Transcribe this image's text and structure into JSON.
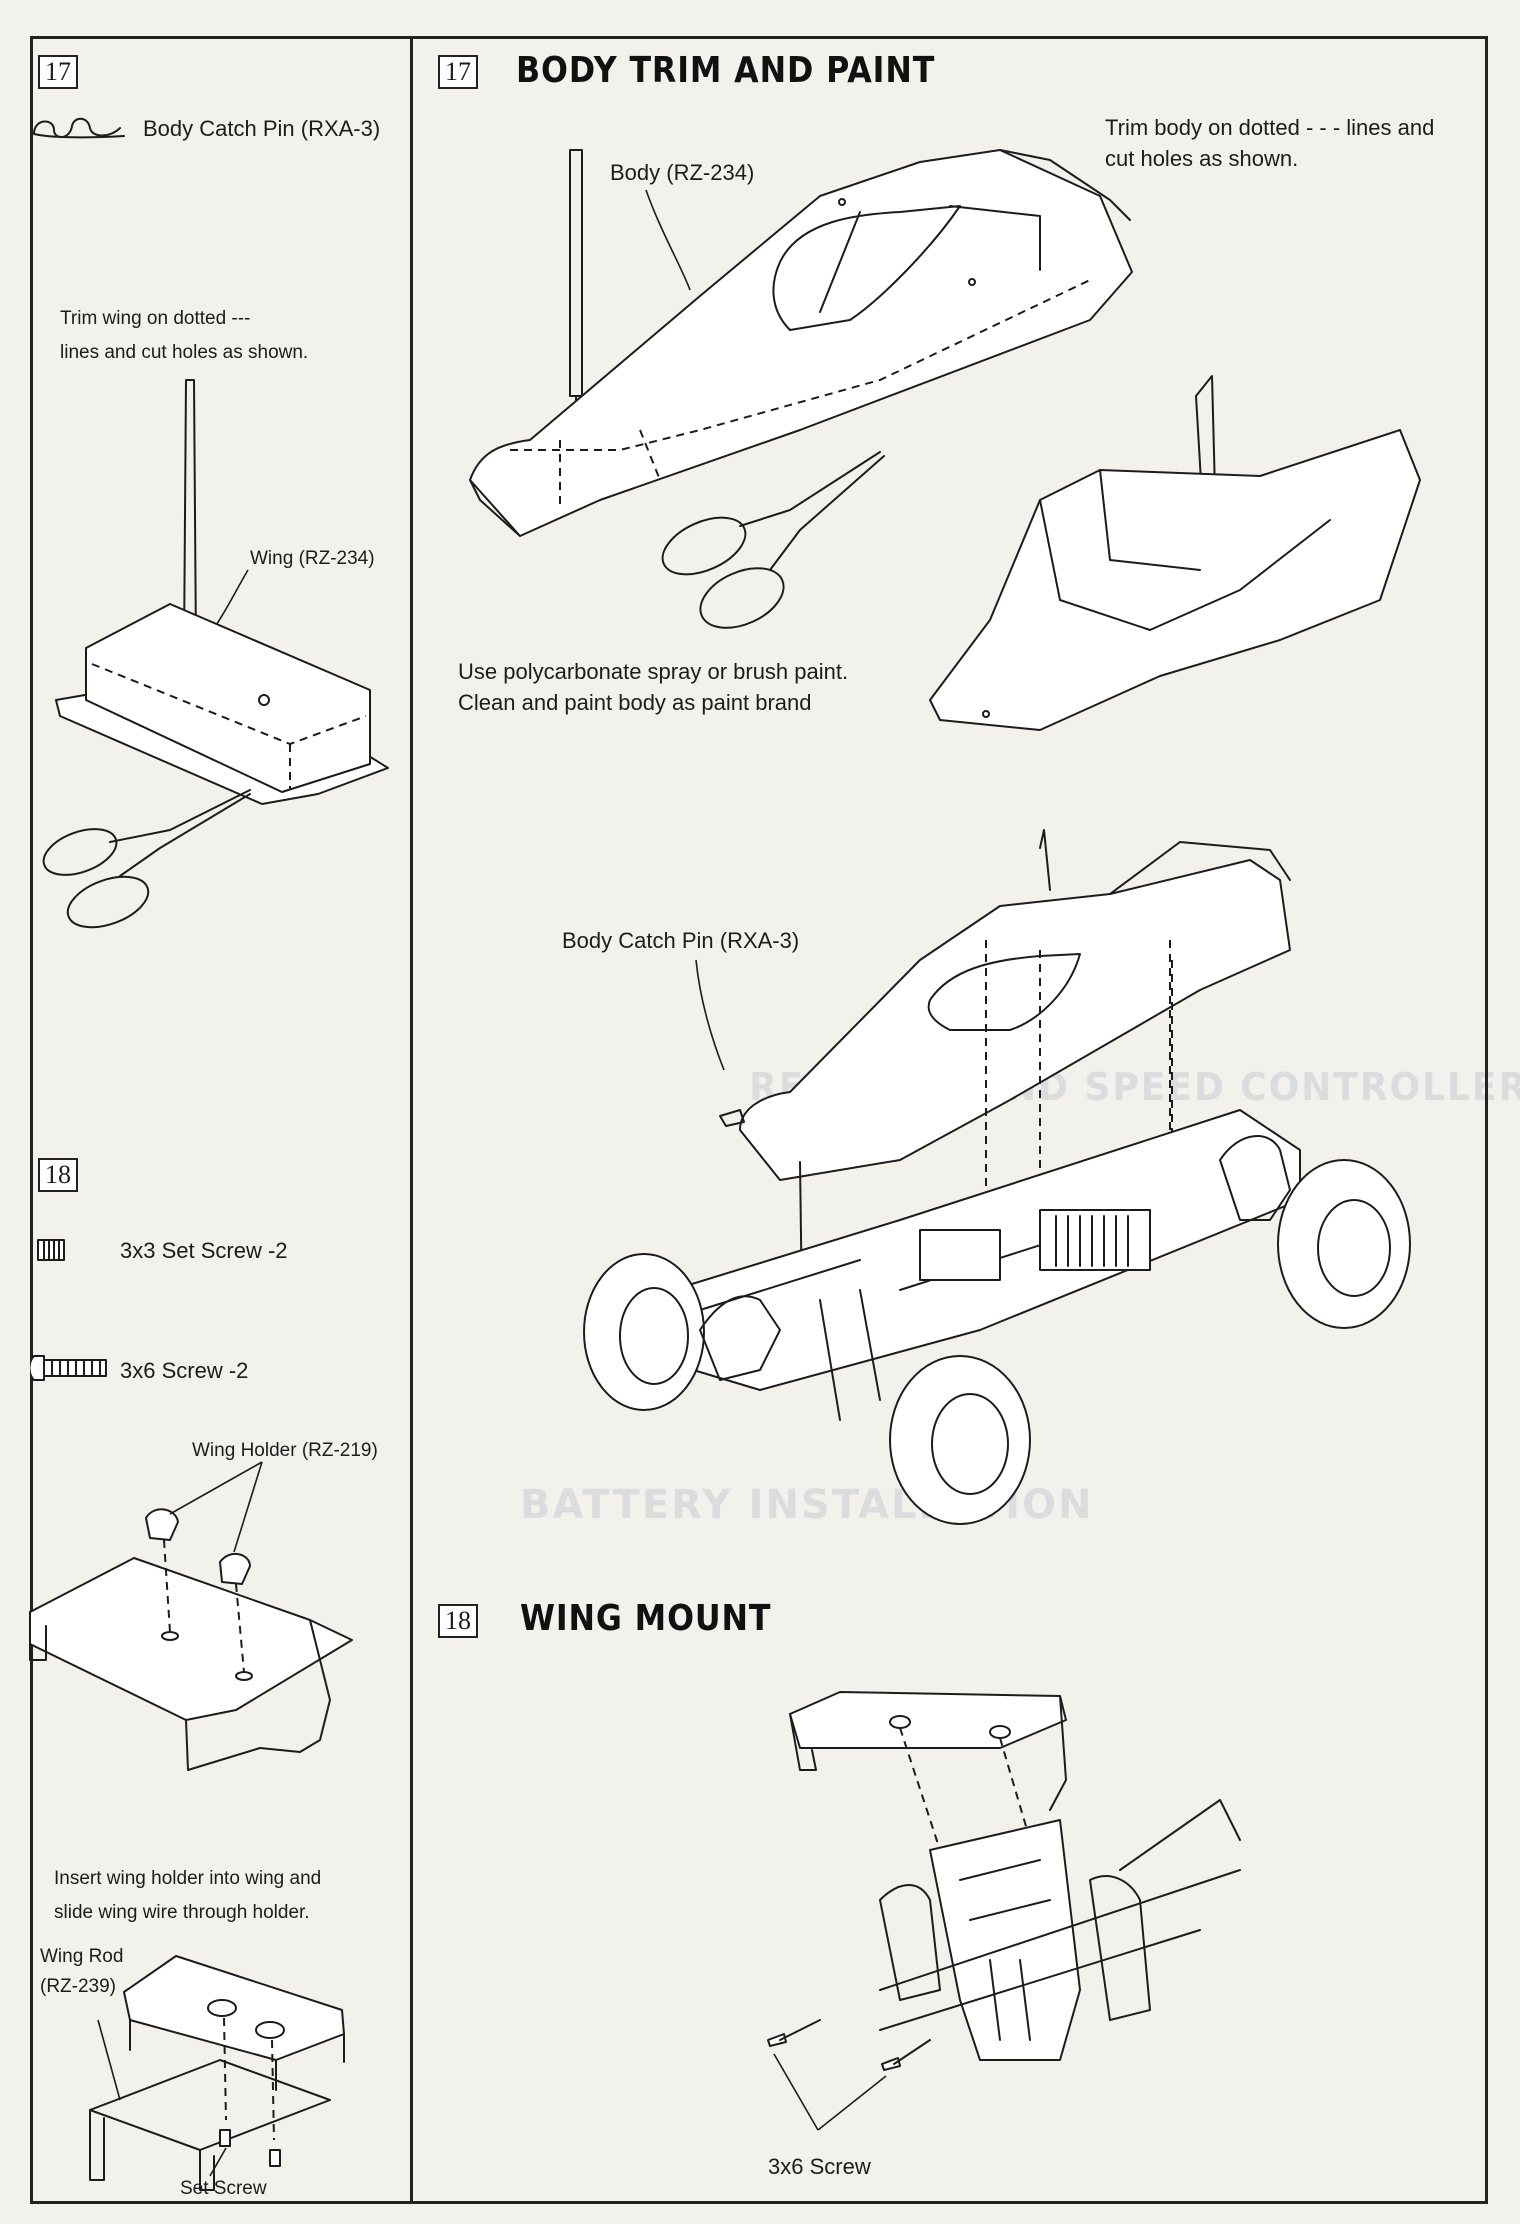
{
  "left": {
    "step17": {
      "number": "17",
      "part_icon": "body-catch-pin-icon",
      "part_label": "Body Catch Pin (RXA-3)",
      "instruction_line1": "Trim wing on dotted ---",
      "instruction_line2": "lines and cut holes as shown.",
      "wing_label": "Wing (RZ-234)"
    },
    "step18": {
      "number": "18",
      "part1_icon": "set-screw-icon",
      "part1_label": "3x3 Set Screw -2",
      "part2_icon": "screw-icon",
      "part2_label": "3x6 Screw -2",
      "wing_holder_label": "Wing Holder (RZ-219)",
      "instruction_line1": "Insert wing holder into wing and",
      "instruction_line2": "slide wing wire through holder.",
      "wing_rod_label_line1": "Wing Rod",
      "wing_rod_label_line2": "(RZ-239)",
      "set_screw_label": "Set Screw"
    }
  },
  "main": {
    "body_section": {
      "number": "17",
      "title": "BODY TRIM AND PAINT",
      "trim_note_line1": "Trim body on dotted - - - lines and",
      "trim_note_line2": "cut holes as shown.",
      "body_label": "Body (RZ-234)",
      "paint_note_line1": "Use polycarbonate spray  or brush paint.",
      "paint_note_line2": "Clean and paint body as paint brand",
      "catch_pin_label": "Body Catch Pin (RXA-3)"
    },
    "wing_section": {
      "number": "18",
      "title": "WING MOUNT",
      "screw_label": "3x6 Screw"
    }
  }
}
